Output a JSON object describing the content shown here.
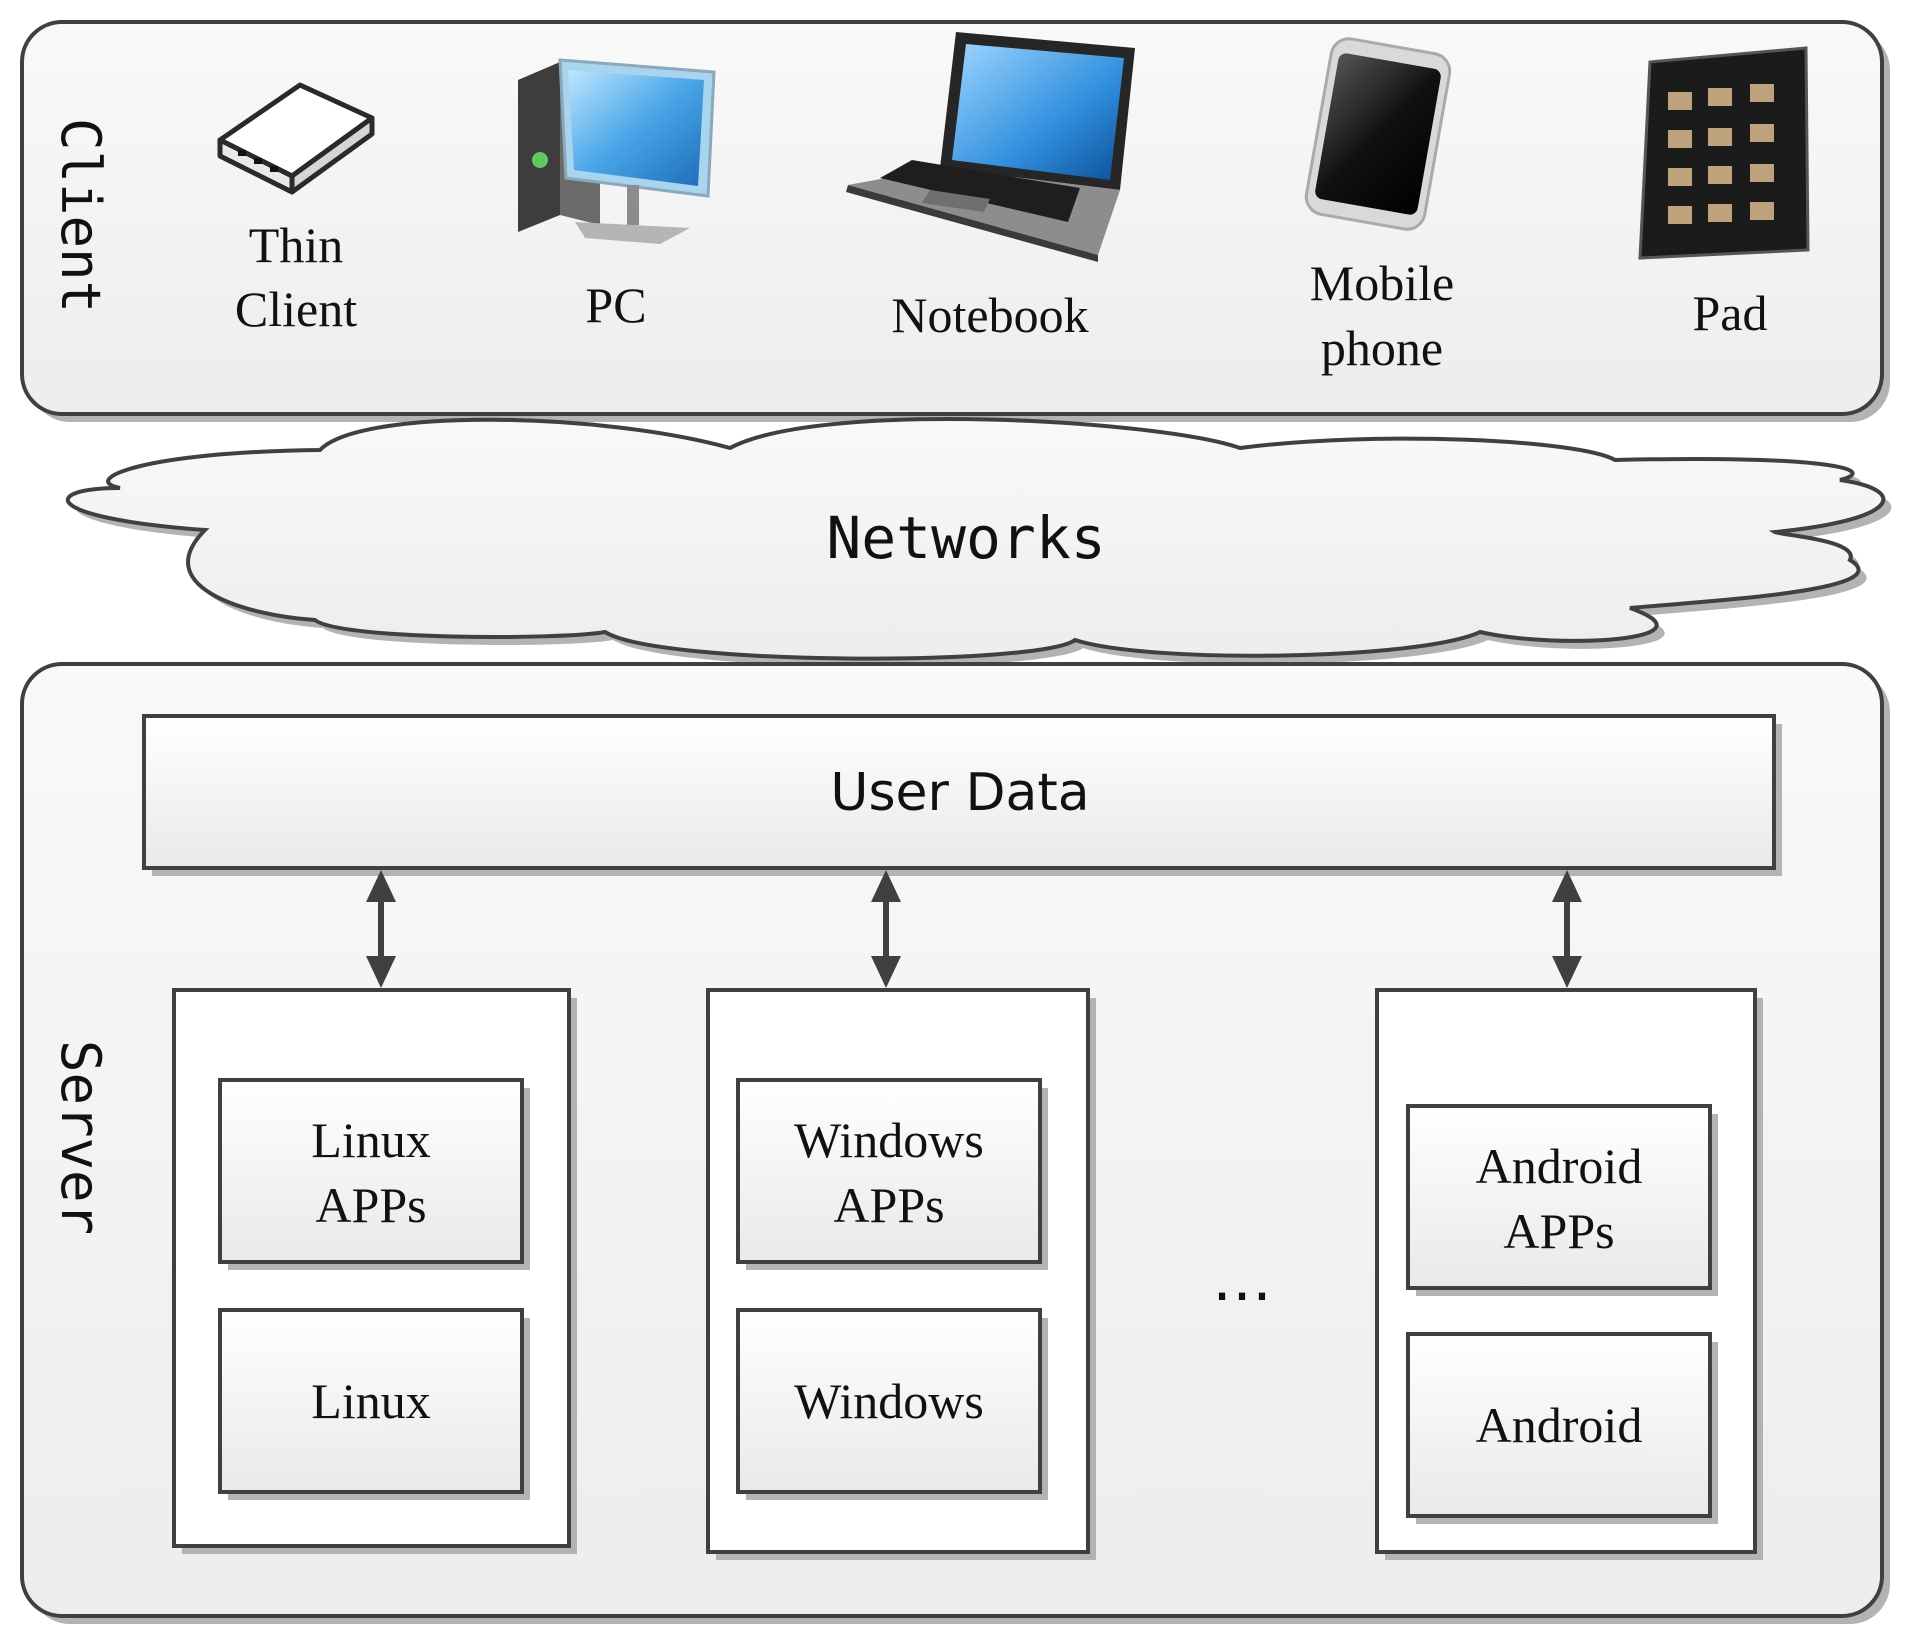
{
  "client": {
    "label": "Client",
    "devices": [
      {
        "line1": "Thin",
        "line2": "Client",
        "icon": "thin-client-icon"
      },
      {
        "line1": "PC",
        "line2": "",
        "icon": "pc-icon"
      },
      {
        "line1": "Notebook",
        "line2": "",
        "icon": "notebook-icon"
      },
      {
        "line1": "Mobile",
        "line2": "phone",
        "icon": "mobile-phone-icon"
      },
      {
        "line1": "Pad",
        "line2": "",
        "icon": "pad-icon"
      }
    ]
  },
  "network": {
    "label": "Networks"
  },
  "server": {
    "label": "Server",
    "user_data": "User Data",
    "ellipsis": "…",
    "columns": [
      {
        "apps_line1": "Linux",
        "apps_line2": "APPs",
        "os": "Linux"
      },
      {
        "apps_line1": "Windows",
        "apps_line2": "APPs",
        "os": "Windows"
      },
      {
        "apps_line1": "Android",
        "apps_line2": "APPs",
        "os": "Android"
      }
    ]
  },
  "colors": {
    "panel_fill": "#f2f2f2",
    "stroke": "#404040",
    "box_fill": "#f7f7f7",
    "shadow": "#b3b3b3"
  }
}
